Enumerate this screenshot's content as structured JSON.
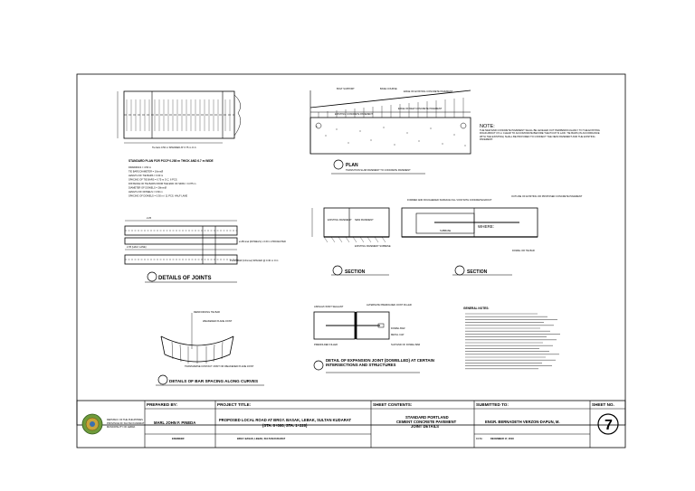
{
  "details": {
    "plan_title": "STANDARD PLAN FOR PCCP 0.280 m THICK AND 6.7 m WIDE",
    "plan_dims": "Tie bars 0.50 m SPANNED AT 0.75 m O.C.",
    "plan_notes": [
      "DRAWINGS = 4.50 m",
      "TIE BARS DIAMETER = 16mmØ",
      "LENGTH OF TIE BARS = 0.60 m",
      "SPACING OF TIE BARS = 0.75 m O.C. 6 PCS.",
      "DISTANCE OF TIE BARS FROM THE END OF SPAN = 0.375 m",
      "DIAMETER OF DOWELS = 28mmØ",
      "LENGTH OF DOWELS = 0.60 m",
      "SPACING OF DOWELS = 0.30 m / 11 PCS. HALF LANE"
    ],
    "joints_title": "DETAILS OF JOINTS",
    "joints_dims": [
      "2.25",
      "2.35 (HALF LANE)",
      "3.35"
    ],
    "joints_callouts": [
      "ø 28mmø (DOWELS) x 0.60 m PROJECTED",
      "PLAIN BAR (16mmø) SPACED @ 0.30 m O.C."
    ],
    "curves_title": "DETAILS OF BAR SPACING ALONG CURVES",
    "curves_callouts": [
      "REINFORCING TIE BAR",
      "WEAKENED PLANE JOINT",
      "TRANSVERSE CONTACT JOINT OR WEAKENED PLANE JOINT"
    ],
    "plan2_title": "PLAN",
    "plan2_sub": "TRANSITION SLAB PAVEMENT TO CONCRETE PAVEMENT",
    "plan2_callouts": [
      "BASE COURSE",
      "BOLT SUPPORT",
      "EDGE OF EXISTING CONCRETE PAVEMENT",
      "EXISTING CONCRETE PAVEMENT",
      "EDGE OF NEW CONCRETE PAVEMENT"
    ],
    "note_title": "NOTE:",
    "note_text": "THE NEW END CONCRETE PAVEMENT SHALL BE LEVELED OUT PERPENDICULARLY TO THE EXISTING ROAD ABOUT 0.5 m CLEAR TO ACCOMODATE BEFORE THE PCCP IS LAID. TIE BARS (IN ACCORDANCE WITH THE EXISTING) SHALL BE PROVIDED TO CONNECT THE NEW PAVEMENT AND THE EXISTING PAVEMENT.",
    "section_a_title": "SECTION",
    "section_b_title": "SECTION",
    "section_where": "WHERE:",
    "section_callouts": [
      "FORMED AND ROUGHENED SURFACE FILL VOID WITH CONCRETE/GROUT",
      "NEW PAVEMENT",
      "EXISTING PAVEMENT",
      "SUBBASE",
      "EXISTING PAVEMENT SUBBASE",
      "OUTLINE OF EXISTING OR PROPOSED CONCRETE PAVEMENT",
      "DOWEL OR TIE BAR"
    ],
    "expansion_title": "DETAIL OF EXPANSION JOINT (DOWELLED) AT CERTAIN INTERSECTIONS AND STRUCTURES",
    "expansion_callouts": [
      "ASPHALT/JOINT SEALANT",
      "DOWEL BAR",
      "ALTERNATE PREMOLDED JOINT FILLER",
      "PREMOLDED FILLER",
      "METAL CAP",
      "SLIP END OF DOWEL BAR"
    ],
    "general_notes_title": "GENERAL NOTES:",
    "general_notes_lines": 20
  },
  "title_block": {
    "prepared_by_label": "PREPARED BY:",
    "prepared_by": "MARL JOHN F. PINEDA",
    "prepared_role": "ENGINEER",
    "project_title_label": "PROJECT TITLE:",
    "project_title": "PROPOSED LOCAL ROAD AT BRGY. BASAK, LEBAK, SULTAN KUDARAT",
    "project_station": "(STA. 0+000, STA. 1+220)",
    "location": "BRGY. BASAK, LEBAK, SULTAN KUDARAT",
    "sheet_contents_label": "SHEET CONTENTS:",
    "sheet_contents": [
      "STANDARD PORTLAND",
      "CEMENT CONCRETE PAVEMENT",
      "JOINT DETAILS"
    ],
    "submitted_to_label": "SUBMITTED TO:",
    "submitted_to": "ENGR. BERNADETH VERZON-DAPUN, M.",
    "date_label": "DATE:",
    "date": "DECEMBER 17, 2018",
    "sheet_no_label": "SHEET NO.",
    "sheet_no": "7",
    "agency_lines": [
      "REPUBLIC OF THE PHILIPPINES",
      "PROVINCE OF SULTAN KUDARAT",
      "MUNICIPALITY OF LEBAK"
    ]
  }
}
